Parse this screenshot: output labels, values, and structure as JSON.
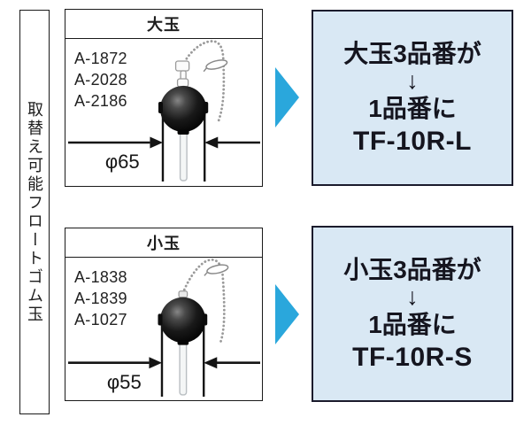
{
  "colors": {
    "flow_arrow_cyan": "#2aa7dc",
    "result_box_fill": "#d9e8f4",
    "result_box_border": "#1b1b2c",
    "panel_border": "#1a1a1a"
  },
  "sidebar": {
    "label": "取替え可能フロートゴム玉"
  },
  "panels": [
    {
      "title": "大玉",
      "part_numbers": [
        "A-1872",
        "A-2028",
        "A-2186"
      ],
      "diameter_label": "φ65"
    },
    {
      "title": "小玉",
      "part_numbers": [
        "A-1838",
        "A-1839",
        "A-1027"
      ],
      "diameter_label": "φ55"
    }
  ],
  "results": [
    {
      "heading": "大玉3品番が",
      "down_arrow": "↓",
      "subheading": "1品番に",
      "new_code": "TF-10R-L"
    },
    {
      "heading": "小玉3品番が",
      "down_arrow": "↓",
      "subheading": "1品番に",
      "new_code": "TF-10R-S"
    }
  ]
}
